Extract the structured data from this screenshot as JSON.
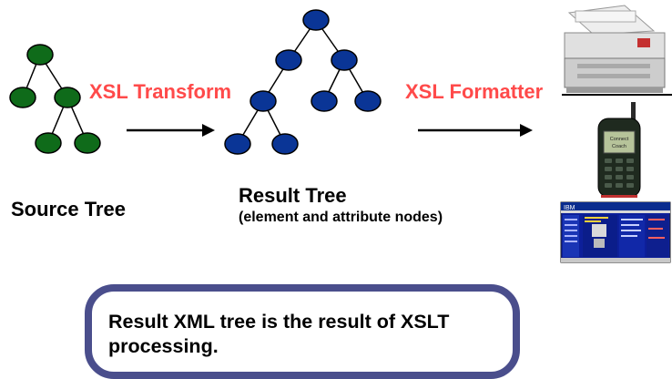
{
  "labels": {
    "xsl_transform": "XSL Transform",
    "xsl_formatter": "XSL Formatter",
    "source_tree": "Source Tree",
    "result_tree": "Result Tree",
    "result_tree_sub": "(element and attribute nodes)"
  },
  "note": {
    "text": "Result XML tree is the result of XSLT processing."
  },
  "colors": {
    "source_node": "#0f6b1a",
    "result_node": "#0a3596",
    "accent_text": "#ff4a4a",
    "note_border": "#4a4e8c"
  },
  "devices": {
    "screen_logo": "IBM",
    "phone_display": "Connect Coach"
  },
  "icons": [
    "printer-icon",
    "mobile-phone-icon",
    "web-page-screenshot"
  ]
}
